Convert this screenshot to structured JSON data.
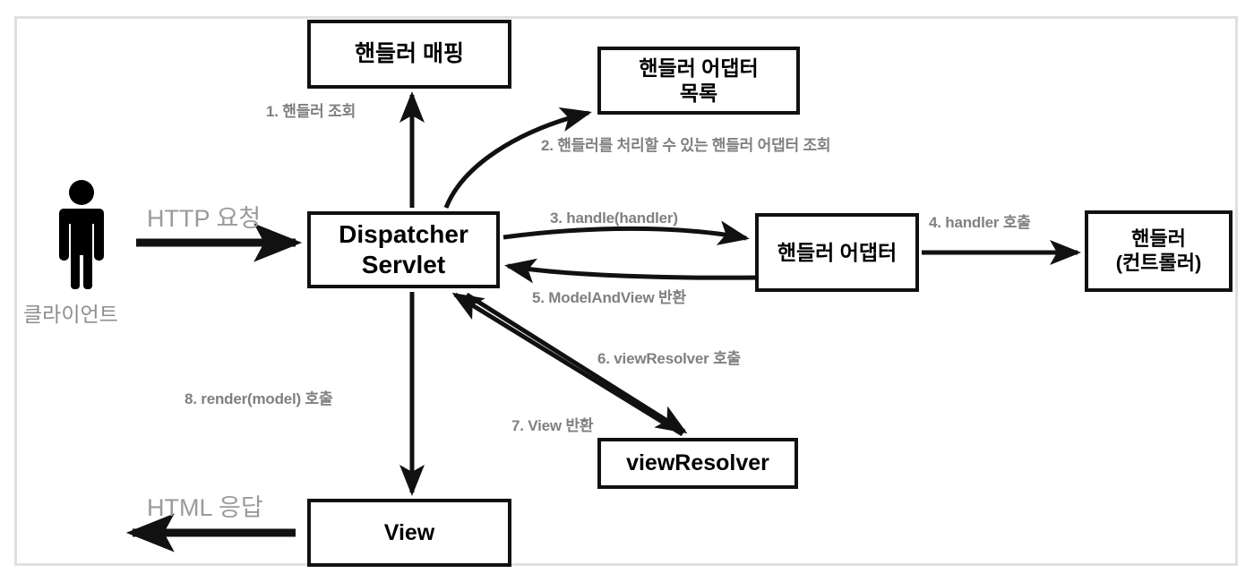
{
  "diagram": {
    "title": "Spring MVC DispatcherServlet flow",
    "frame_color": "#e0e0e0",
    "box_border_color": "#111111",
    "label_color": "#808080",
    "caption_color": "#9a9a9a",
    "background": "#ffffff"
  },
  "actor": {
    "icon": "person-icon",
    "label": "클라이언트"
  },
  "captions": {
    "http_request": "HTTP 요청",
    "html_response": "HTML 응답"
  },
  "nodes": {
    "handler_mapping": "핸들러 매핑",
    "handler_adapter_list": "핸들러 어댑터\n목록",
    "dispatcher_servlet": "Dispatcher\nServlet",
    "handler_adapter": "핸들러 어댑터",
    "handler_controller": "핸들러\n(컨트롤러)",
    "view_resolver": "viewResolver",
    "view": "View"
  },
  "steps": [
    {
      "n": "1",
      "text": "1. 핸들러 조회"
    },
    {
      "n": "2",
      "text": "2. 핸들러를 처리할 수 있는 핸들러 어댑터 조회"
    },
    {
      "n": "3",
      "text": "3. handle(handler)"
    },
    {
      "n": "4",
      "text": "4. handler 호출"
    },
    {
      "n": "5",
      "text": "5. ModelAndView 반환"
    },
    {
      "n": "6",
      "text": "6. viewResolver 호출"
    },
    {
      "n": "7",
      "text": "7. View 반환"
    },
    {
      "n": "8",
      "text": "8. render(model) 호출"
    }
  ],
  "arrows": [
    {
      "name": "client-to-dispatcher",
      "from": "클라이언트",
      "to": "Dispatcher Servlet",
      "label": "HTTP 요청"
    },
    {
      "name": "dispatcher-to-handler-mapping",
      "from": "Dispatcher Servlet",
      "to": "핸들러 매핑",
      "label": "1. 핸들러 조회"
    },
    {
      "name": "dispatcher-to-adapter-list",
      "from": "Dispatcher Servlet",
      "to": "핸들러 어댑터 목록",
      "label": "2. 핸들러를 처리할 수 있는 핸들러 어댑터 조회"
    },
    {
      "name": "dispatcher-to-handler-adapter",
      "from": "Dispatcher Servlet",
      "to": "핸들러 어댑터",
      "label": "3. handle(handler)"
    },
    {
      "name": "handler-adapter-to-controller",
      "from": "핸들러 어댑터",
      "to": "핸들러 (컨트롤러)",
      "label": "4. handler 호출"
    },
    {
      "name": "handler-adapter-to-dispatcher",
      "from": "핸들러 어댑터",
      "to": "Dispatcher Servlet",
      "label": "5. ModelAndView 반환"
    },
    {
      "name": "dispatcher-to-view-resolver",
      "from": "Dispatcher Servlet",
      "to": "viewResolver",
      "label": "6. viewResolver 호출"
    },
    {
      "name": "view-resolver-to-dispatcher",
      "from": "viewResolver",
      "to": "Dispatcher Servlet",
      "label": "7. View 반환"
    },
    {
      "name": "dispatcher-to-view",
      "from": "Dispatcher Servlet",
      "to": "View",
      "label": "8. render(model) 호출"
    },
    {
      "name": "view-to-client",
      "from": "View",
      "to": "클라이언트",
      "label": "HTML 응답"
    }
  ]
}
